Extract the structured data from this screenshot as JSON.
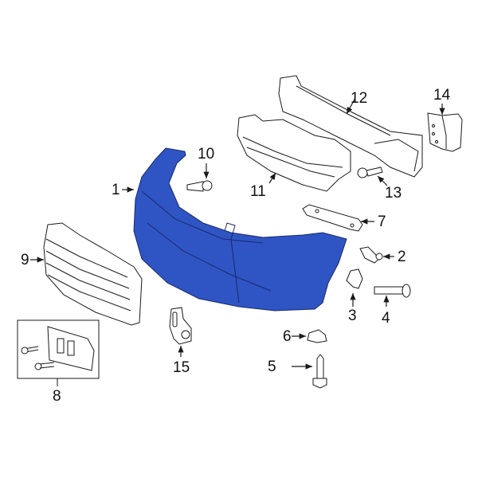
{
  "diagram": {
    "type": "exploded-parts-diagram",
    "subject": "Front bumper cover assembly",
    "highlight_color": "#2f54c4",
    "line_color": "#1a1a1a",
    "callouts": [
      {
        "id": "1",
        "label": "1",
        "part": "bumper-cover"
      },
      {
        "id": "2",
        "label": "2",
        "part": "push-clip"
      },
      {
        "id": "3",
        "label": "3",
        "part": "retainer-clip"
      },
      {
        "id": "4",
        "label": "4",
        "part": "screw"
      },
      {
        "id": "5",
        "label": "5",
        "part": "bolt"
      },
      {
        "id": "6",
        "label": "6",
        "part": "nut-clip"
      },
      {
        "id": "7",
        "label": "7",
        "part": "side-bracket"
      },
      {
        "id": "8",
        "label": "8",
        "part": "license-plate-bracket-kit"
      },
      {
        "id": "9",
        "label": "9",
        "part": "grille"
      },
      {
        "id": "10",
        "label": "10",
        "part": "bolt"
      },
      {
        "id": "11",
        "label": "11",
        "part": "energy-absorber"
      },
      {
        "id": "12",
        "label": "12",
        "part": "reinforcement-beam"
      },
      {
        "id": "13",
        "label": "13",
        "part": "bolt"
      },
      {
        "id": "14",
        "label": "14",
        "part": "mount-bracket"
      },
      {
        "id": "15",
        "label": "15",
        "part": "sensor-bracket"
      }
    ]
  }
}
